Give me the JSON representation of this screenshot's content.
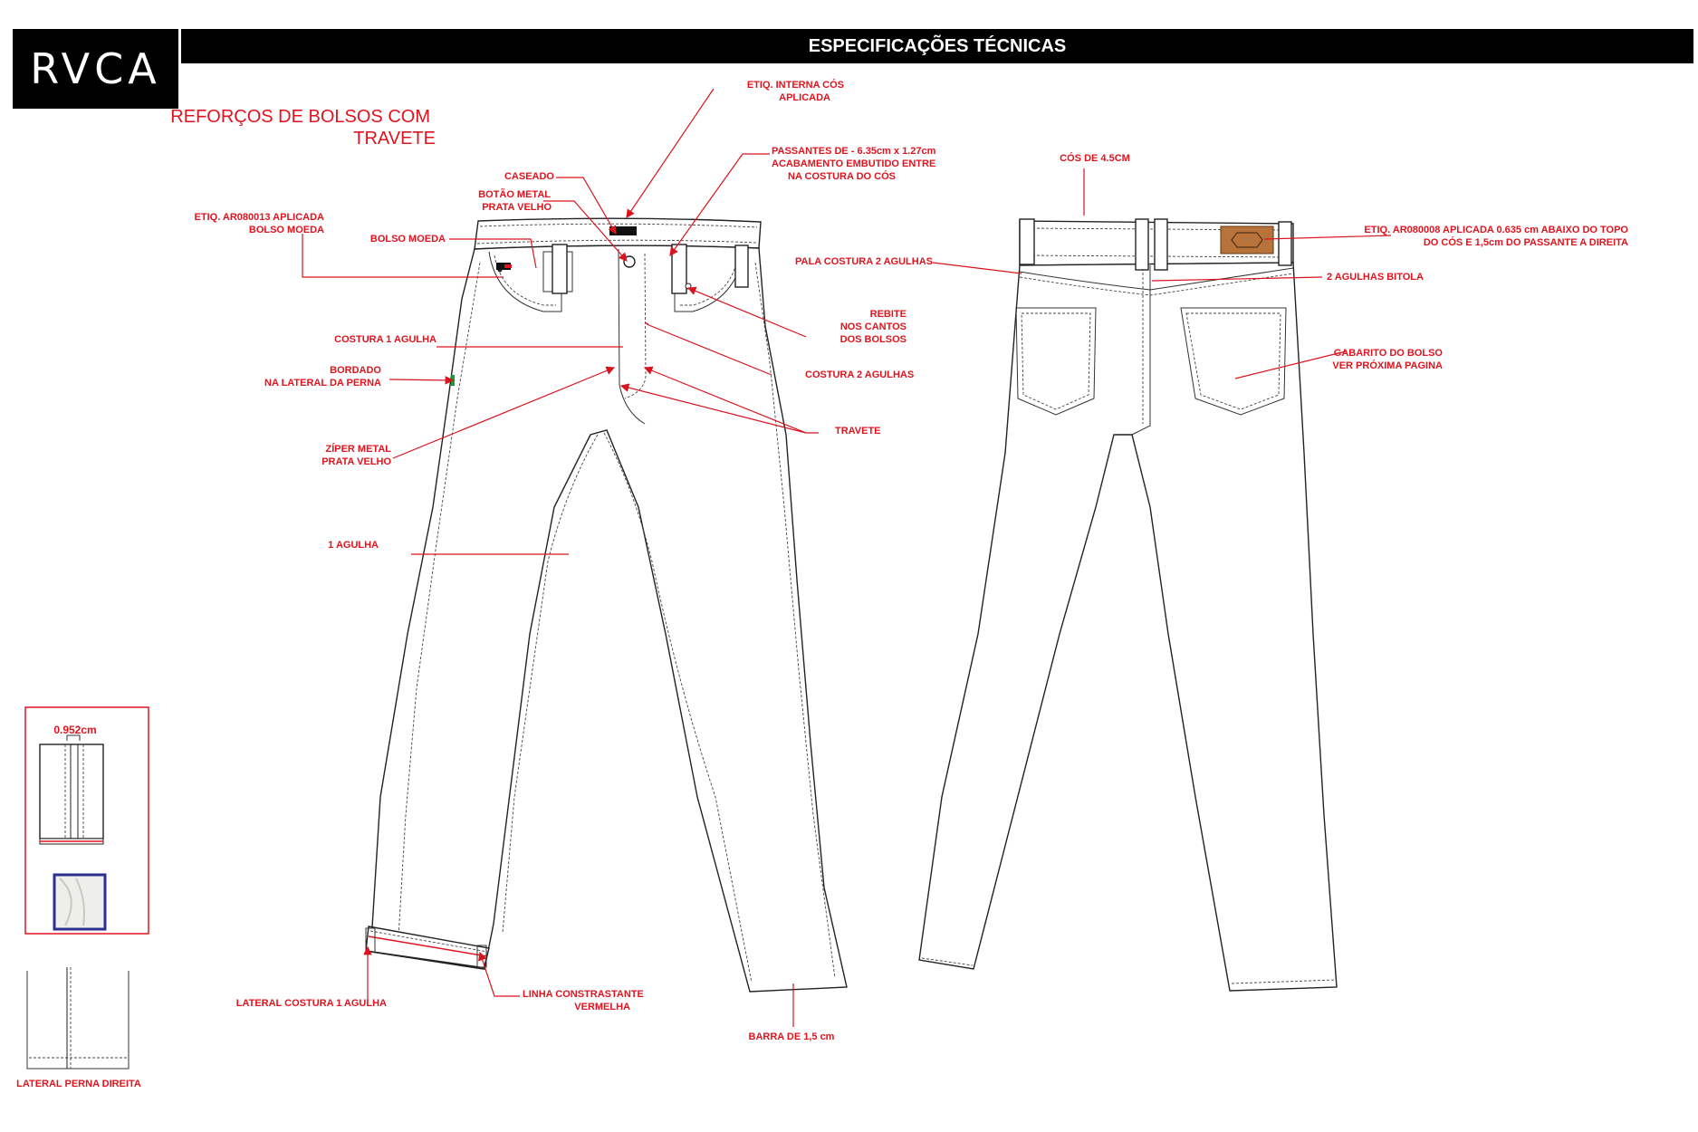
{
  "header": {
    "logo": "RVCA",
    "title": "ESPECIFICAÇÕES TÉCNICAS"
  },
  "subtitle": [
    "REFORÇOS DE BOLSOS COM",
    "TRAVETE"
  ],
  "callouts": {
    "etiq_interna": [
      "ETIQ. INTERNA CÓS",
      "APLICADA"
    ],
    "caseado": "CASEADO",
    "botao": [
      "BOTÃO METAL",
      "PRATA VELHO"
    ],
    "passantes": [
      "PASSANTES DE  - 6.35cm x 1.27cm",
      "ACABAMENTO EMBUTIDO ENTRE",
      "NA COSTURA DO CÓS"
    ],
    "etiq_bolso_moeda": [
      "ETIQ. AR080013 APLICADA",
      "BOLSO MOEDA"
    ],
    "bolso_moeda": "BOLSO MOEDA",
    "rebite": [
      "REBITE",
      "NOS CANTOS",
      "DOS BOLSOS"
    ],
    "costura_1_agulha": "COSTURA 1 AGULHA",
    "bordado": [
      "BORDADO",
      "NA LATERAL DA PERNA"
    ],
    "costura_2_agulhas": "COSTURA 2 AGULHAS",
    "travete": "TRAVETE",
    "ziper": [
      "ZÍPER METAL",
      "PRATA VELHO"
    ],
    "uma_agulha": "1 AGULHA",
    "lateral_costura": "LATERAL COSTURA 1 AGULHA",
    "linha_contrastante": [
      "LINHA CONSTRASTANTE",
      "VERMELHA"
    ],
    "barra": "BARRA DE 1,5 cm",
    "cos": "CÓS DE 4.5CM",
    "etiq_ar080008": [
      "ETIQ. AR080008 APLICADA 0.635 cm ABAIXO DO TOPO",
      "DO CÓS E 1,5cm DO PASSANTE A DIREITA"
    ],
    "pala": "PALA COSTURA 2 AGULHAS",
    "duas_agulhas_bitola": "2 AGULHAS BITOLA",
    "gabarito": [
      "GABARITO DO BOLSO",
      "VER PRÓXIMA PAGINA"
    ],
    "detalhe_medida": "0.952cm",
    "lateral_perna": "LATERAL PERNA DIREITA"
  },
  "colors": {
    "annotation": "#e0141e",
    "outline": "#222222",
    "header_bg": "#000000",
    "label_patch": "#b8733a",
    "selvedge_blue": "#2b2f8f"
  },
  "icons": {
    "front_label": "rvca-waist-label-icon",
    "back_patch": "hexagon-leather-patch-icon"
  }
}
